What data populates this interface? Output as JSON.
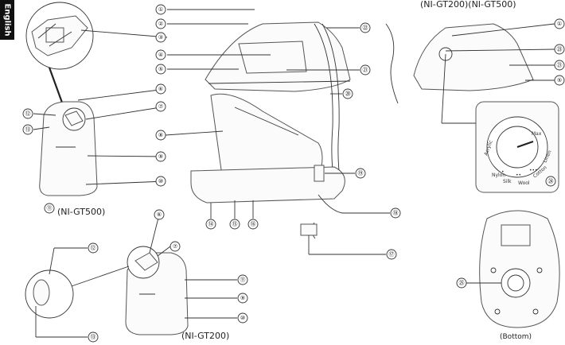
{
  "side_tab": "English",
  "labels": {
    "gt500_left": "(NI-GT500)",
    "gt200_bottom": "(NI-GT200)",
    "top_right": "(NI-GT200)(NI-GT500)",
    "bottom": "(Bottom)"
  },
  "dial": {
    "top": "Max",
    "left": "Acrylic",
    "nylon": "Nylon",
    "silk": "Silk",
    "wool": "Wool",
    "cotton": "Cotton",
    "linen": "Linen",
    "dot1": "•",
    "dot2": "••",
    "dot3": "•••"
  },
  "callouts": [
    "①",
    "②",
    "③",
    "④",
    "⑤",
    "⑥",
    "⑦",
    "⑧",
    "⑨",
    "⑩",
    "⑪",
    "⑫",
    "⑬",
    "⑭",
    "⑮",
    "⑯",
    "⑰",
    "⑱",
    "⑲",
    "⑳",
    "㉑",
    "㉒",
    "㉓",
    "㉔",
    "㉕"
  ]
}
